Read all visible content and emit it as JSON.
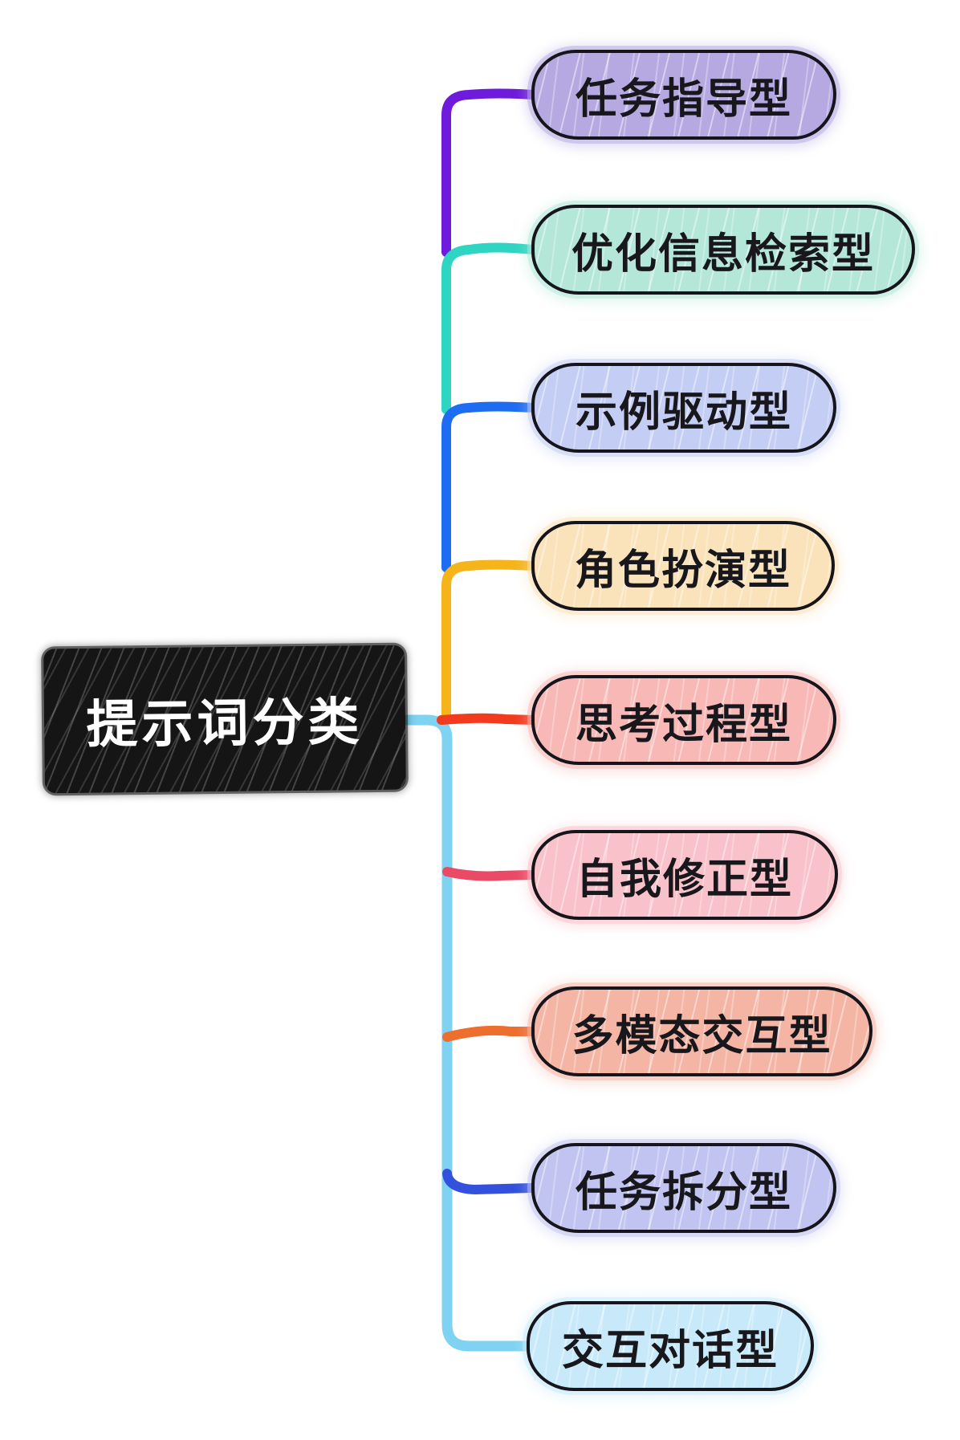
{
  "canvas": {
    "background": "#ffffff"
  },
  "root": {
    "label": "提示词分类",
    "fill": "#151515",
    "text_color": "#ffffff"
  },
  "branches": [
    {
      "label": "任务指导型",
      "fill": "#b6a9e1",
      "line_color": "#6e1bdb"
    },
    {
      "label": "优化信息检索型",
      "fill": "#b4e7d8",
      "line_color": "#2fd5c3"
    },
    {
      "label": "示例驱动型",
      "fill": "#c4cdf4",
      "line_color": "#1e6cf2"
    },
    {
      "label": "角色扮演型",
      "fill": "#fae3ba",
      "line_color": "#f6b41b"
    },
    {
      "label": "思考过程型",
      "fill": "#f8b8b6",
      "line_color": "#f23a1f"
    },
    {
      "label": "自我修正型",
      "fill": "#f9c1c9",
      "line_color": "#eb4a67"
    },
    {
      "label": "多模态交互型",
      "fill": "#f5b5a5",
      "line_color": "#ee6e2e"
    },
    {
      "label": "任务拆分型",
      "fill": "#c1c3f0",
      "line_color": "#3351dd"
    },
    {
      "label": "交互对话型",
      "fill": "#c7e9f9",
      "line_color": "#7ed2f2"
    }
  ]
}
